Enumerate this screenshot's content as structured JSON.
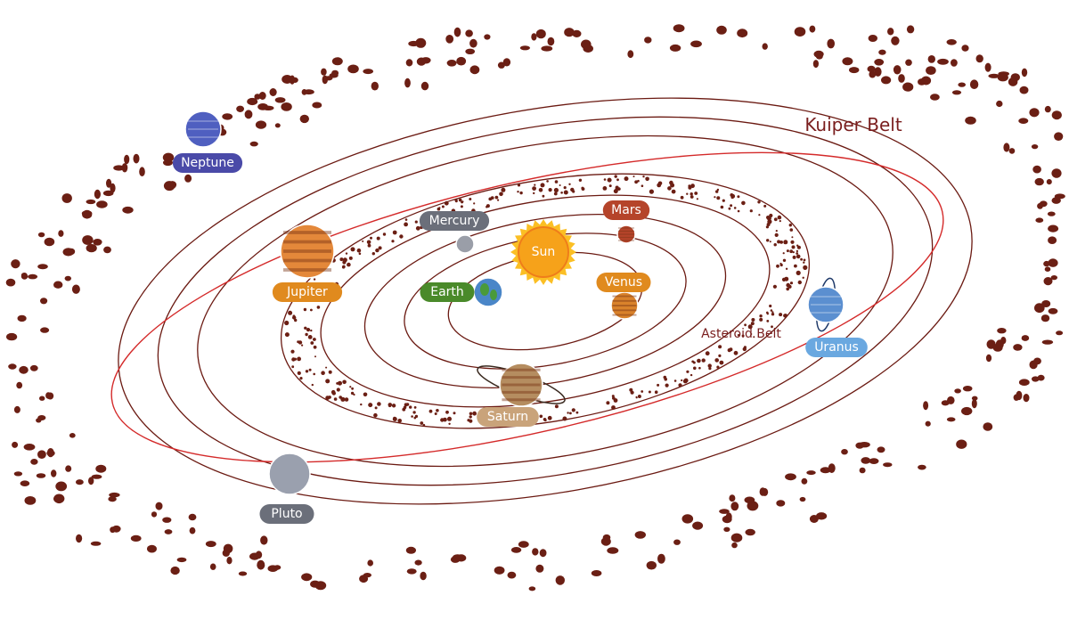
{
  "title_labels": {
    "kuiper_belt": "Kuiper Belt",
    "asteroid_belt": "Asteroid Belt"
  },
  "planets": [
    {
      "key": "sun",
      "name": "Sun",
      "color": "#f7a81b",
      "label_color": "#f7a81b"
    },
    {
      "key": "mercury",
      "name": "Mercury",
      "color": "#9a9ea8",
      "label_color": "#6b6f7a"
    },
    {
      "key": "venus",
      "name": "Venus",
      "color": "#d9822b",
      "label_color": "#e08a1e"
    },
    {
      "key": "earth",
      "name": "Earth",
      "color": "#4a86c8",
      "label_color": "#4a8a2a"
    },
    {
      "key": "mars",
      "name": "Mars",
      "color": "#b5442a",
      "label_color": "#b5442a"
    },
    {
      "key": "jupiter",
      "name": "Jupiter",
      "color": "#e4883a",
      "label_color": "#e08a1e"
    },
    {
      "key": "saturn",
      "name": "Saturn",
      "color": "#b58d60",
      "label_color": "#c9a37a"
    },
    {
      "key": "uranus",
      "name": "Uranus",
      "color": "#5b8fd0",
      "label_color": "#6aa8e0"
    },
    {
      "key": "neptune",
      "name": "Neptune",
      "color": "#4f5fc0",
      "label_color": "#4a4aa8"
    },
    {
      "key": "pluto",
      "name": "Pluto",
      "color": "#9aa0ae",
      "label_color": "#6b6f7a"
    }
  ],
  "colors": {
    "orbit": "#6b1a12",
    "pluto_orbit": "#d42a2a",
    "belt_dots": "#6b1f14"
  }
}
